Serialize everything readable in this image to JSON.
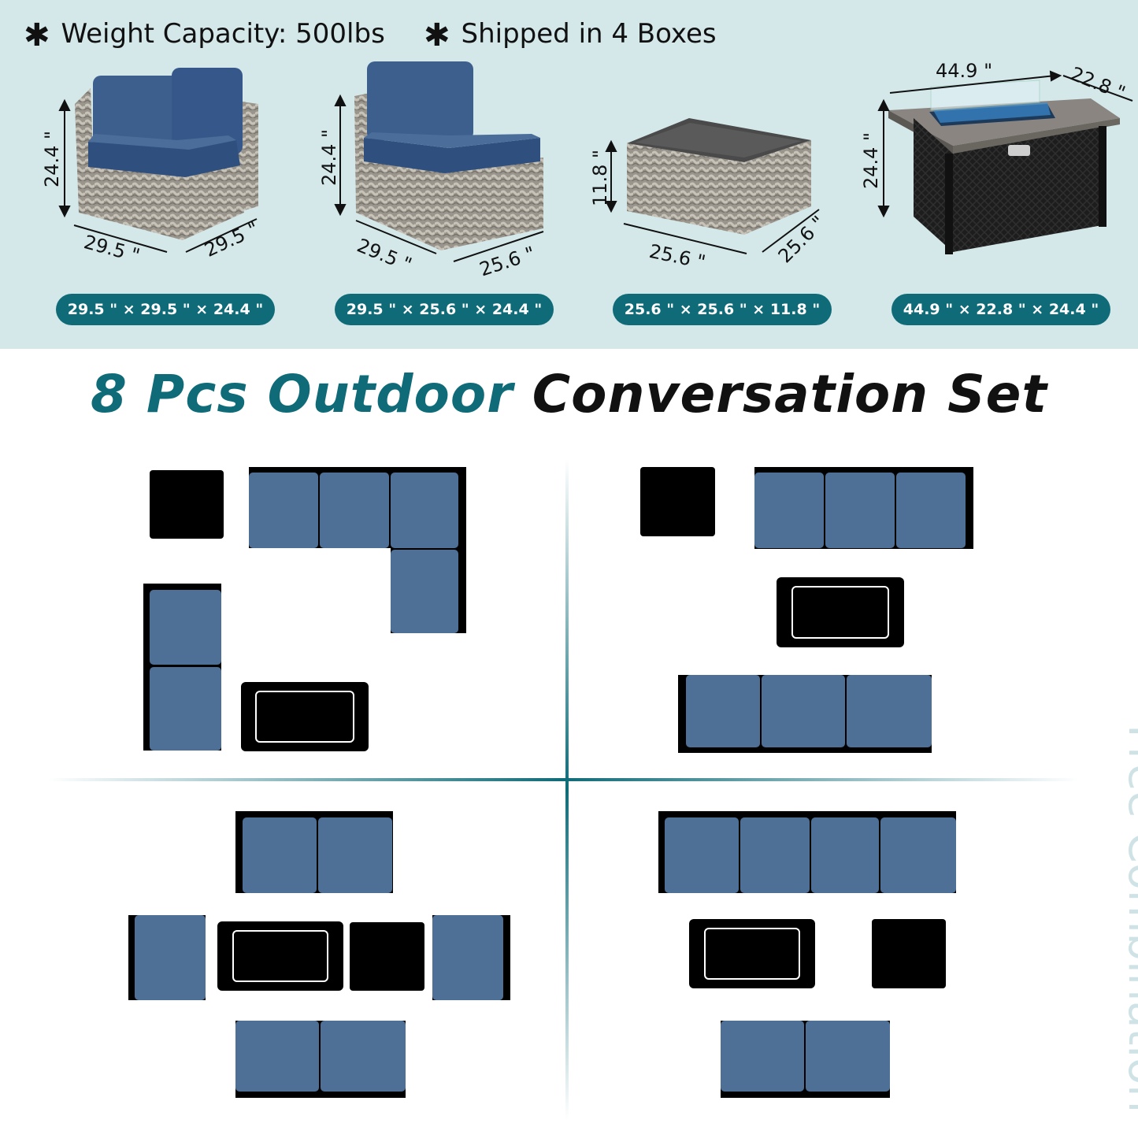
{
  "features": {
    "weight": "Weight Capacity: 500lbs",
    "boxes": "Shipped in 4 Boxes"
  },
  "products": [
    {
      "name": "corner-sofa",
      "height": "24.4 \"",
      "width": "29.5 \"",
      "depth": "29.5 \"",
      "spec": "29.5 \" × 29.5 \" × 24.4 \""
    },
    {
      "name": "armless-sofa",
      "height": "24.4 \"",
      "width": "29.5 \"",
      "depth": "25.6 \"",
      "spec": "29.5 \" × 25.6 \" × 24.4 \""
    },
    {
      "name": "coffee-table",
      "height": "11.8 \"",
      "width": "25.6 \"",
      "depth": "25.6 \"",
      "spec": "25.6 \" × 25.6 \" × 11.8 \""
    },
    {
      "name": "fire-pit-table",
      "height": "24.4 \"",
      "width": "44.9 \"",
      "depth": "22.8 \"",
      "spec": "44.9 \" × 22.8 \" × 24.4 \""
    }
  ],
  "title": {
    "part1": "8 Pcs Outdoor",
    "part2": "Conversation Set"
  },
  "side_text": "Free Combination",
  "colors": {
    "teal": "#0f6b78",
    "top_bg": "#d4e8ea",
    "cushion": "#4e7097",
    "black": "#000000",
    "side_text": "#cfe3e6"
  }
}
